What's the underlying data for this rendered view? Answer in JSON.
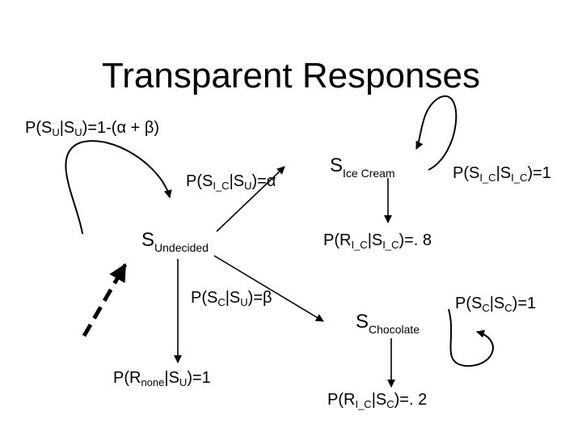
{
  "title": "Transparent Responses",
  "states": {
    "undecided": {
      "base": "S",
      "sub": "Undecided"
    },
    "ice_cream": {
      "base": "S",
      "sub": "Ice Cream"
    },
    "chocolate": {
      "base": "S",
      "sub": "Chocolate"
    }
  },
  "labels": {
    "p_su_su": {
      "p1": "P(S",
      "s1": "U",
      "p2": "|S",
      "s2": "U",
      "p3": ")=1-(",
      "alpha": "α",
      "p4": " + ",
      "beta": "β",
      "p5": ")"
    },
    "p_sic_su": {
      "p1": "P(S",
      "s1": "I_C",
      "p2": "|S",
      "s2": "U",
      "p3": ")=",
      "alpha": "α"
    },
    "p_sc_su": {
      "p1": "P(S",
      "s1": "C",
      "p2": "|S",
      "s2": "U",
      "p3": ")=",
      "beta": "β"
    },
    "p_rnone_su": {
      "p1": "P(R",
      "s1": "none",
      "p2": "|S",
      "s2": "U",
      "p3": ")=1"
    },
    "p_sic_sic": {
      "p1": "P(S",
      "s1": "I_C",
      "p2": "|S",
      "s2": "I_C",
      "p3": ")=1"
    },
    "p_ric_sic": {
      "p1": "P(R",
      "s1": "I_C",
      "p2": "|S",
      "s2": "I_C",
      "p3": ")=. 8"
    },
    "p_sc_sc": {
      "p1": "P(S",
      "s1": "C",
      "p2": "|S",
      "s2": "C",
      "p3": ")=1"
    },
    "p_ric_sc": {
      "p1": "P(R",
      "s1": "I_C",
      "p2": "|S",
      "s2": "C",
      "p3": ")=. 2"
    }
  }
}
